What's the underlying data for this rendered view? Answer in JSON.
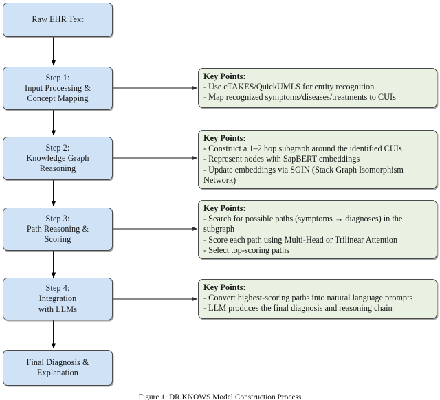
{
  "figure": {
    "caption": "Figure 1: DR.KNOWS Model Construction Process",
    "colors": {
      "step_box_fill": "#cfe2f6",
      "key_points_fill": "#e9f2e2",
      "box_border": "#4a4a4a",
      "arrow": "#000000",
      "background": "#ffffff"
    }
  },
  "nodes": [
    {
      "id": "raw-ehr-text",
      "label": "Raw EHR Text",
      "type": "terminal"
    },
    {
      "id": "step-1",
      "label": "Step 1:\nInput Processing &\nConcept Mapping",
      "type": "step"
    },
    {
      "id": "step-2",
      "label": "Step 2:\nKnowledge Graph\nReasoning",
      "type": "step"
    },
    {
      "id": "step-3",
      "label": "Step 3:\nPath Reasoning &\nScoring",
      "type": "step"
    },
    {
      "id": "step-4",
      "label": "Step 4:\nIntegration\nwith LLMs",
      "type": "step"
    },
    {
      "id": "final-diagnosis",
      "label": "Final Diagnosis &\nExplanation",
      "type": "terminal"
    }
  ],
  "key_points": [
    {
      "id": "key-points-1",
      "title": "Key Points:",
      "items": [
        "- Use cTAKES/QuickUMLS for entity recognition",
        "- Map recognized symptoms/diseases/treatments to CUIs"
      ]
    },
    {
      "id": "key-points-2",
      "title": "Key Points:",
      "items": [
        "- Construct a 1–2 hop subgraph around the identified CUIs",
        "- Represent nodes with SapBERT embeddings",
        "- Update embeddings via SGIN (Stack Graph Isomorphism Network)"
      ]
    },
    {
      "id": "key-points-3",
      "title": "Key Points:",
      "items": [
        "- Search for possible paths (symptoms → diagnoses) in the subgraph",
        "- Score each path using Multi-Head or Trilinear Attention",
        "- Select top-scoring paths"
      ]
    },
    {
      "id": "key-points-4",
      "title": "Key Points:",
      "items": [
        "- Convert highest-scoring paths into natural language prompts",
        "- LLM produces the final diagnosis and reasoning chain"
      ]
    }
  ],
  "edges": [
    {
      "from": "raw-ehr-text",
      "to": "step-1",
      "direction": "down"
    },
    {
      "from": "step-1",
      "to": "step-2",
      "direction": "down"
    },
    {
      "from": "step-2",
      "to": "step-3",
      "direction": "down"
    },
    {
      "from": "step-3",
      "to": "step-4",
      "direction": "down"
    },
    {
      "from": "step-4",
      "to": "final-diagnosis",
      "direction": "down"
    },
    {
      "from": "step-1",
      "to": "key-points-1",
      "direction": "right"
    },
    {
      "from": "step-2",
      "to": "key-points-2",
      "direction": "right"
    },
    {
      "from": "step-3",
      "to": "key-points-3",
      "direction": "right"
    },
    {
      "from": "step-4",
      "to": "key-points-4",
      "direction": "right"
    }
  ]
}
